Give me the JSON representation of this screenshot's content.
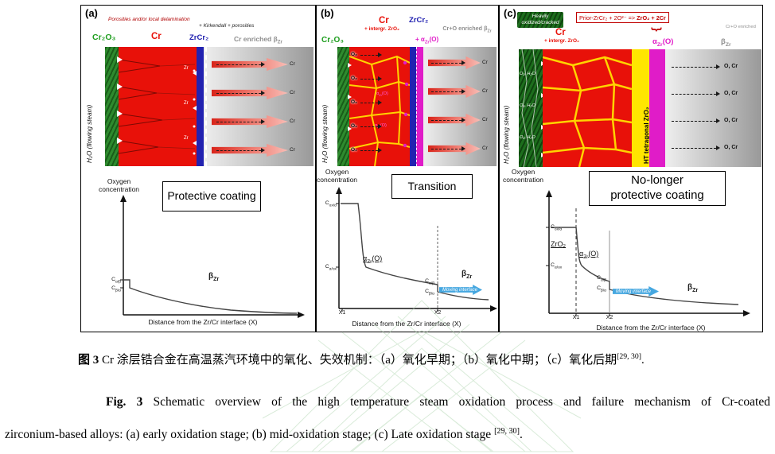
{
  "colors": {
    "green_label": "#1f9e1f",
    "red": "#e81109",
    "blue": "#2222b0",
    "magenta": "#e01cc8",
    "yellow": "#ffd400",
    "yellow_layer": "#ffe600",
    "gray_label": "#8f8f8f",
    "moving_blue": "#45a7e0",
    "annotation_red": "#c00000",
    "watermark_green": "#b5d8b5"
  },
  "panel_a": {
    "label": "(a)",
    "ann_porosities": "Porosities and/or local delamination",
    "ann_kirkendall": "+ Kirkendall + porosities",
    "hdr_cr2o3": "Cr₂O₃",
    "hdr_cr": "Cr",
    "hdr_zrcr2": "ZrCr₂",
    "hdr_beta": "Cr enriched β~Zr~",
    "steam": "H₂O (flowing steam)",
    "zr_tiny": "Zr",
    "arrow_label": "Cr",
    "plot": {
      "ylabel_1": "Oxygen",
      "ylabel_2": "concentration",
      "title": "Protective coating",
      "c_ab": "C~α/β~",
      "c_ba": "C~β/α~",
      "beta_zr": "β~Zr~",
      "xlabel": "Distance from the Zr/Cr interface (X)"
    }
  },
  "panel_b": {
    "label": "(b)",
    "hdr_cr2o3": "Cr₂O₃",
    "hdr_cr": "Cr",
    "hdr_intergr": "+ intergr. ZrO₂",
    "hdr_zrcr2": "ZrCr₂",
    "hdr_alpha": "+ α~Zr~(O)",
    "hdr_beta": "Cr+O enriched β~Zr~",
    "steam": "H₂O (flowing steam)",
    "o2": "O₂",
    "alpha_tiny": "α~Zr~(O)",
    "arrow_label": "Cr",
    "plot": {
      "ylabel_1": "Oxygen",
      "ylabel_2": "concentration",
      "title": "Transition",
      "c_oxa": "C~ox/α~",
      "c_aox": "C~α/ox~",
      "alpha_zr": "α~Zr~(O)",
      "c_ab": "C~α/β~",
      "c_ba": "C~β/α~",
      "beta_zr": "β~Zr~",
      "moving": "Moving interface",
      "x1": "X1",
      "x2": "X2",
      "xlabel": "Distance from the Zr/Cr interface (X)"
    }
  },
  "panel_c": {
    "label": "(c)",
    "ann_heavily": "Heavily oxidized/cracked",
    "reaction_1": "Prior-ZrCr₂ + 2O²⁻ => ",
    "reaction_2": "ZrO₂ + 2Cr",
    "brace": "}",
    "ann_cro": "Cr+O enriched",
    "hdr_cr": "Cr",
    "hdr_intergr": "+ intergr. ZrO₂",
    "hdr_alpha": "α~Zr~(O)",
    "hdr_beta": "β~Zr~",
    "steam": "H₂O (flowing steam)",
    "o2h2o": "O₂, H₂O",
    "ht_zro2": "HT tetragonal ZrO₂",
    "ocr": "O, Cr",
    "plot": {
      "ylabel_1": "Oxygen",
      "ylabel_2": "concentration",
      "title_1": "No-longer",
      "title_2": "protective coating",
      "c_oxa": "C~ox/α~",
      "zro2": "ZrO₂",
      "c_aox": "C~α/ox~",
      "alpha_zr": "α~Zr~(O)",
      "c_ab": "C~α/β~",
      "c_ba": "C~β/α~",
      "beta_zr": "β~Zr~",
      "moving": "Moving interface",
      "x1": "X1",
      "x2": "X2",
      "xlabel": "Distance from the Zr/Cr interface (X)"
    }
  },
  "page": {
    "captions": {
      "zh_label": "图 3",
      "zh_text": " Cr 涂层锆合金在高温蒸汽环境中的氧化、失效机制：（a）氧化早期；（b）氧化中期；（c）氧化后期",
      "zh_ref": "[29, 30]",
      "zh_period": ".",
      "en_label": "Fig. 3",
      "en_line1": " Schematic overview of the high temperature steam oxidation process and failure mechanism of Cr-coated",
      "en_line2": "zirconium-based alloys: (a) early oxidation stage; (b) mid-oxidation stage; (c) Late oxidation stage ",
      "en_ref": "[29, 30]",
      "en_period": "."
    }
  }
}
